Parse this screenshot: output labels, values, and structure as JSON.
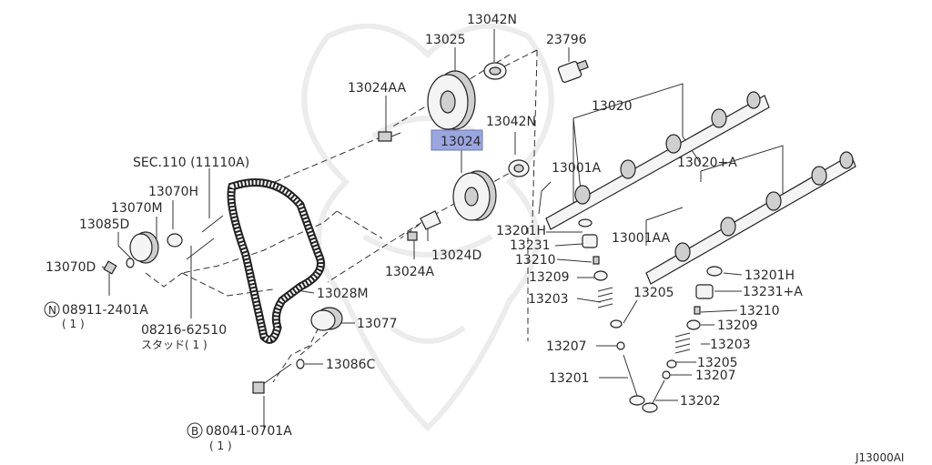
{
  "labels": {
    "p13042N_top": "13042N",
    "p13025": "13025",
    "p23796": "23796",
    "p13024AA": "13024AA",
    "p13020": "13020",
    "p13042N_mid": "13042N",
    "p13024": "13024",
    "p13001A": "13001A",
    "p13020A": "13020+A",
    "sec110": "SEC.110 (11110A)",
    "p13070H": "13070H",
    "p13070M": "13070M",
    "p13085D": "13085D",
    "p13201H_1": "13201H",
    "p13231": "13231",
    "p13001AA": "13001AA",
    "p13210_1": "13210",
    "p13024D": "13024D",
    "p13070D": "13070D",
    "p13024A": "13024A",
    "p13209_1": "13209",
    "p13201H_2": "13201H",
    "p13028M": "13028M",
    "p13205_1": "13205",
    "p13231A": "13231+A",
    "p13203_1": "13203",
    "n_sym": "N",
    "p08911": "08911-2401A",
    "qty_n": "( 1 )",
    "p13210_2": "13210",
    "p13077": "13077",
    "p13209_2": "13209",
    "p08216": "08216-62510",
    "stud": "スタッド( 1 )",
    "p13207_1": "13207",
    "p13203_2": "13203",
    "p13086C": "13086C",
    "p13205_2": "13205",
    "p13201": "13201",
    "p13207_2": "13207",
    "p13202": "13202",
    "b_sym": "B",
    "p08041": "08041-0701A",
    "qty_b": "( 1 )",
    "diagram_id": "J13000AI"
  },
  "highlight_color": "#9aa6e0"
}
